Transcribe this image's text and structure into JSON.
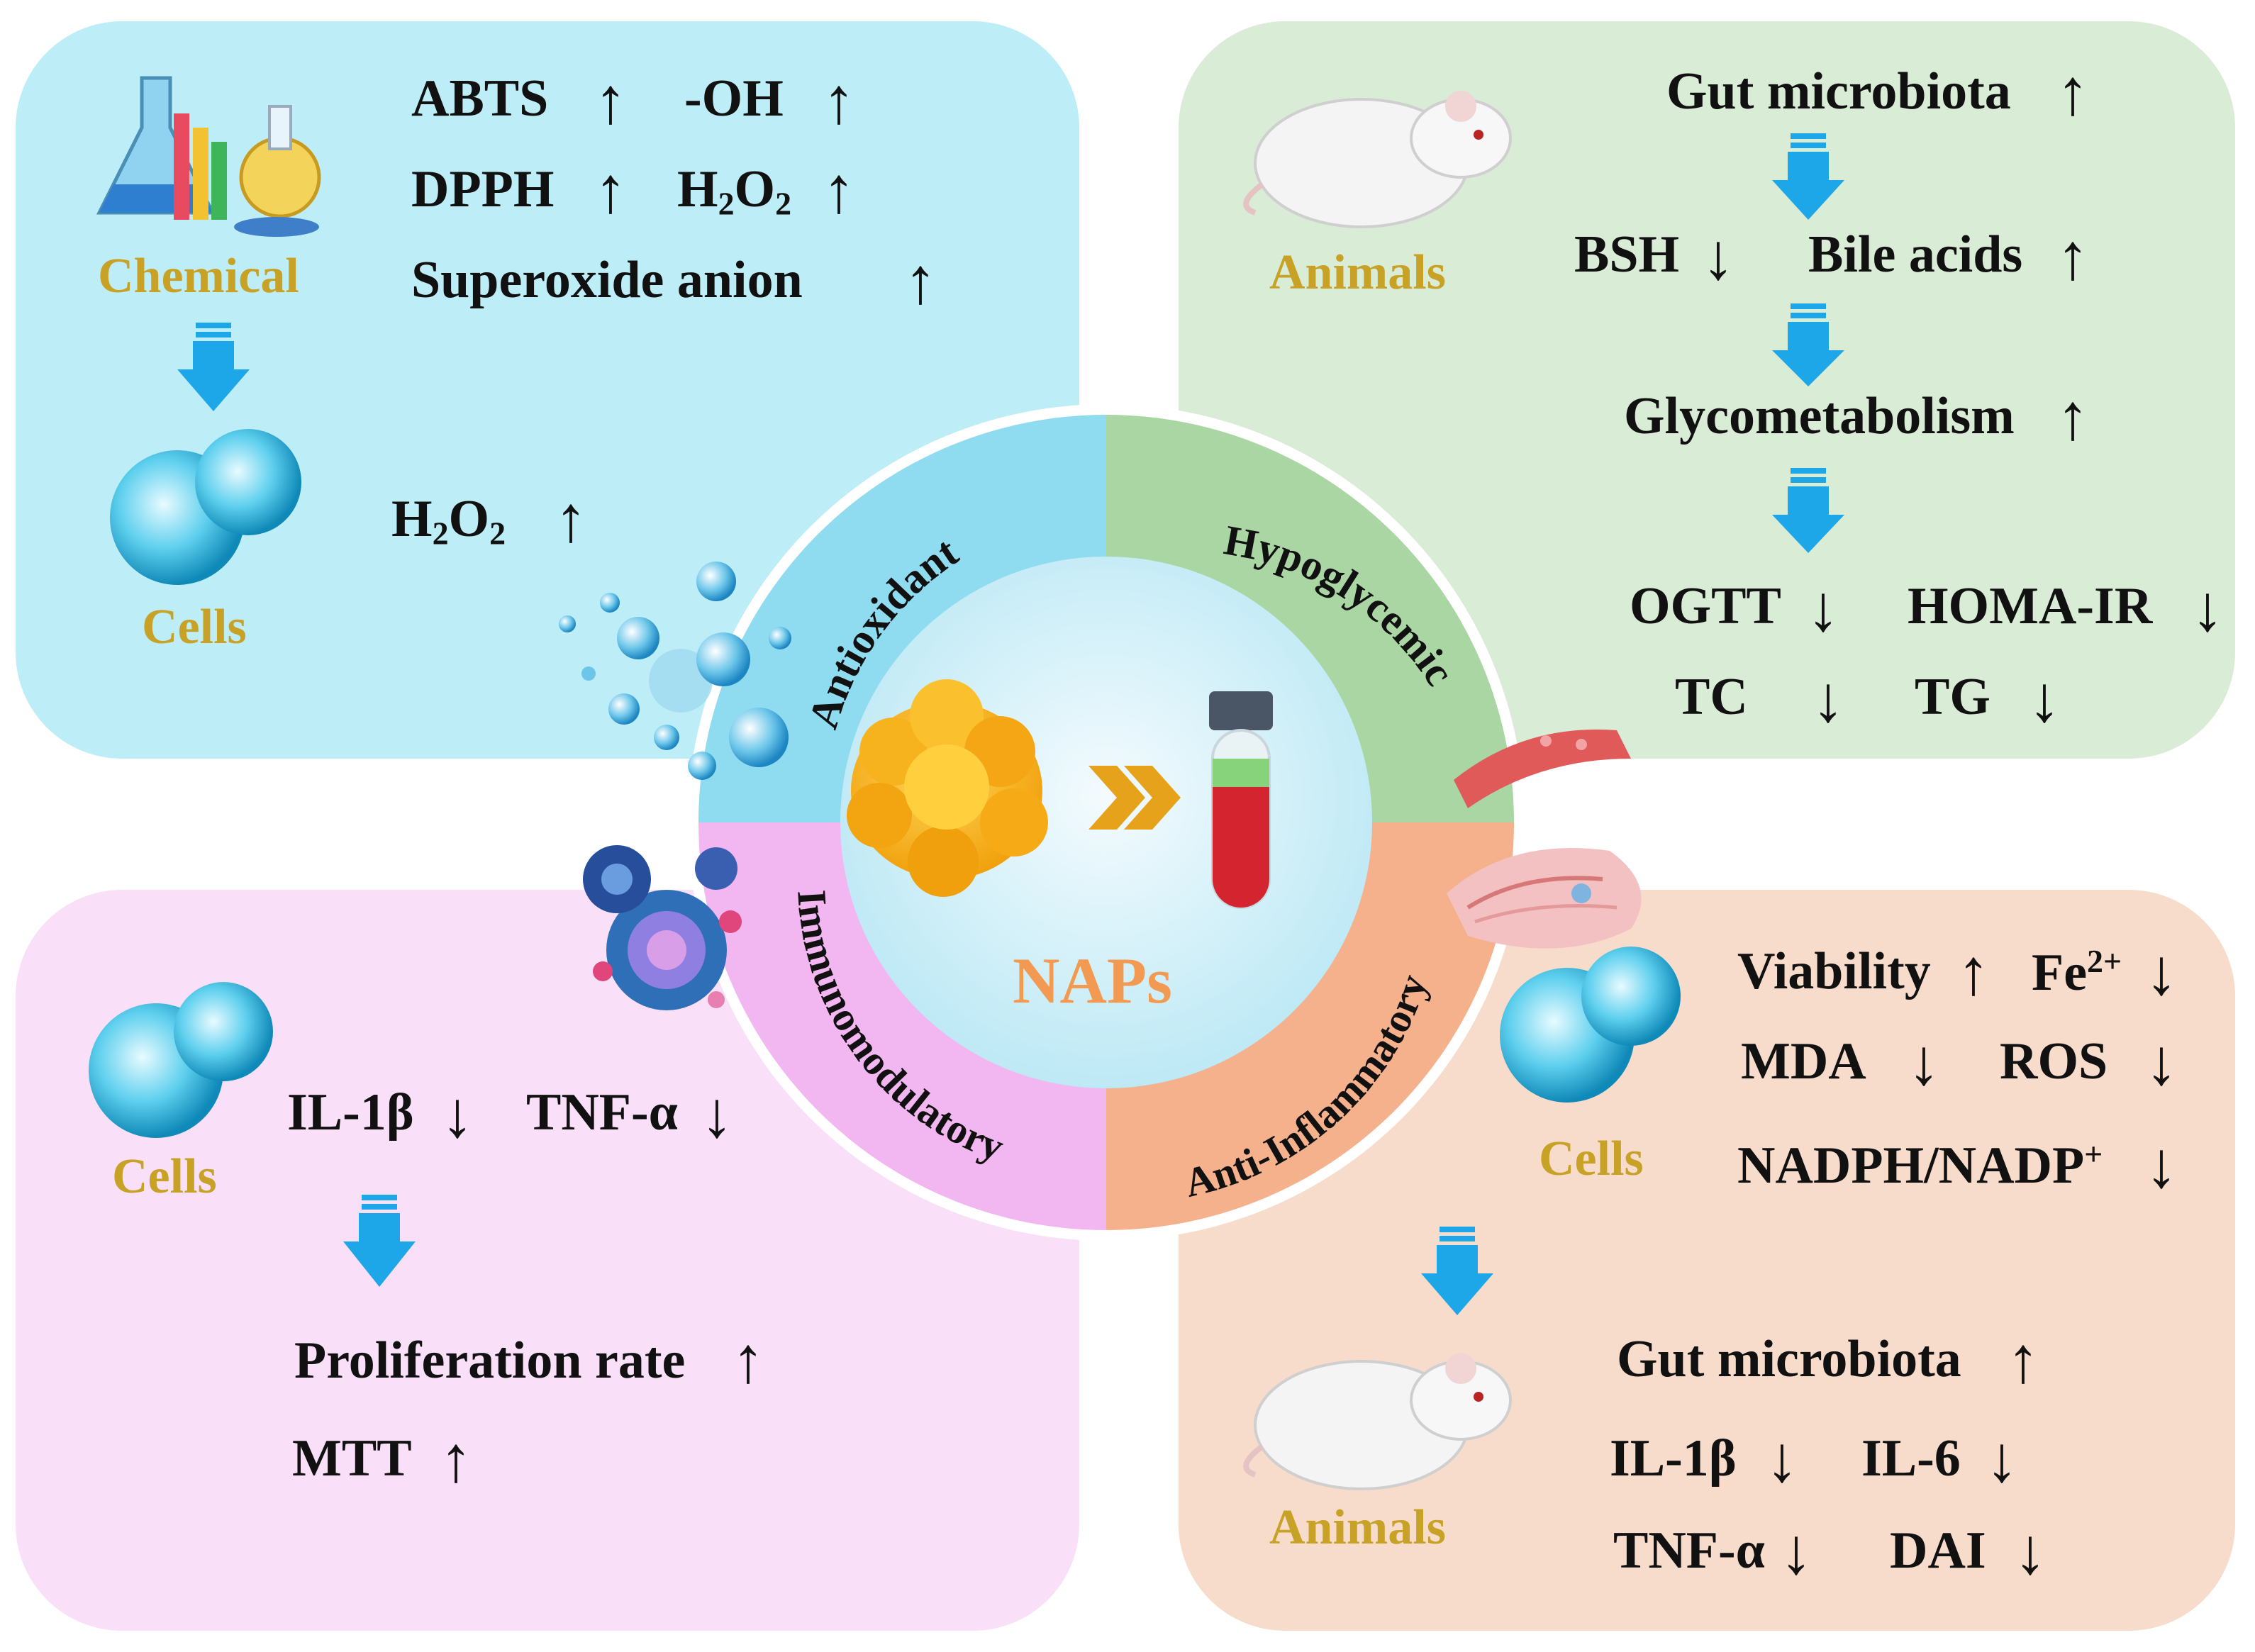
{
  "center": {
    "title": "NAPs"
  },
  "ring": {
    "antioxidant": "Antioxidant",
    "hypoglycemic": "Hypoglycemic",
    "immunomodulatory": "Immunomodulatory",
    "anti_inflammatory": "Anti-Inflammatory"
  },
  "antioxidant_panel": {
    "chemical_label": "Chemical",
    "cells_label": "Cells",
    "abts": "ABTS",
    "oh": "-OH",
    "dpph": "DPPH",
    "superoxide": "Superoxide anion"
  },
  "hypoglycemic_panel": {
    "animals_label": "Animals",
    "gut_microbiota": "Gut microbiota",
    "bsh": "BSH",
    "bile_acids": "Bile acids",
    "glycometabolism": "Glycometabolism",
    "ogtt": "OGTT",
    "homa_ir": "HOMA-IR",
    "tc": "TC",
    "tg": "TG"
  },
  "immuno_panel": {
    "cells_label": "Cells",
    "il1b": "IL-1β",
    "tnfa": "TNF-α",
    "proliferation": "Proliferation rate",
    "mtt": "MTT"
  },
  "inflammatory_panel": {
    "cells_label": "Cells",
    "animals_label": "Animals",
    "viability": "Viability",
    "mda": "MDA",
    "ros": "ROS",
    "gut_microbiota": "Gut microbiota",
    "il1b": "IL-1β",
    "il6": "IL-6",
    "tnfa": "TNF-α",
    "dai": "DAI"
  },
  "arrows": {
    "up": "↑",
    "down": "↓"
  },
  "colors": {
    "antioxidant": "#8fdcf0",
    "hypoglycemic": "#a9d6a2",
    "immunomodulatory": "#f2b6f0",
    "anti_inflammatory": "#f5b08c",
    "label_gold": "#c8a227",
    "center_title": "#f39a52",
    "flow_arrow": "#1ea7e8"
  },
  "icons": [
    "lab-flask-icon",
    "cell-icon",
    "rat-icon",
    "bubbles-icon",
    "immune-cell-icon",
    "tissue-icon",
    "blood-vessel-icon",
    "sea-cucumber-icon",
    "test-tube-icon"
  ]
}
